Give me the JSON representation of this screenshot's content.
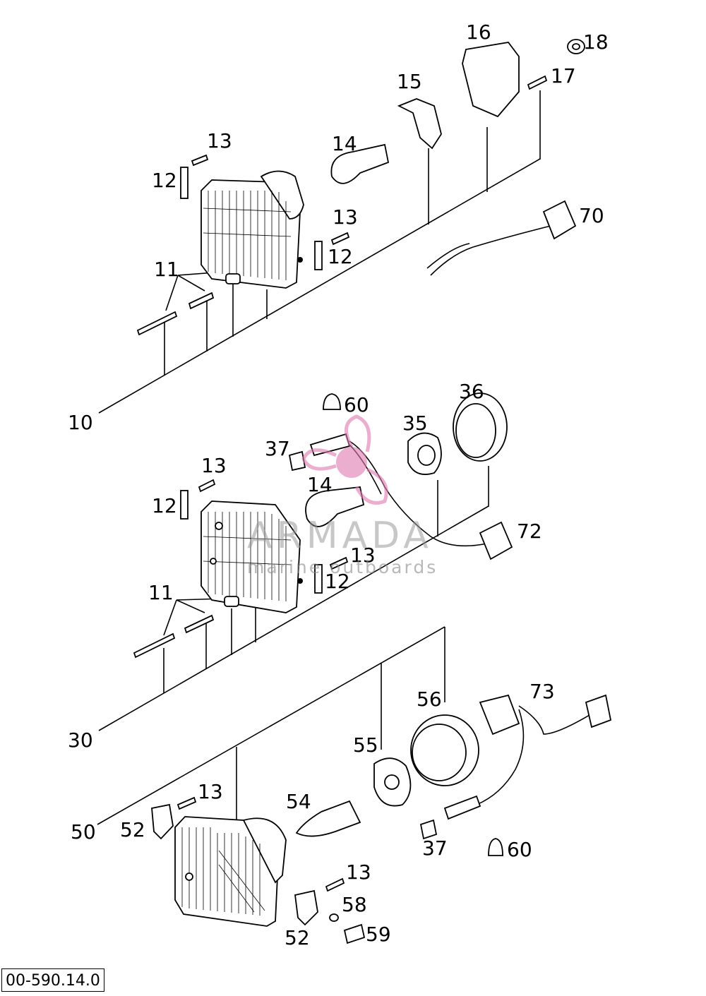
{
  "labels": {
    "l10": "10",
    "l11a": "11",
    "l12a": "12",
    "l13a": "13",
    "l13b": "13",
    "l12b": "12",
    "l14a": "14",
    "l15": "15",
    "l16": "16",
    "l17": "17",
    "l18": "18",
    "l70": "70",
    "l30": "30",
    "l11b": "11",
    "l12c": "12",
    "l13c": "13",
    "l13d": "13",
    "l12d": "12",
    "l14b": "14",
    "l37a": "37",
    "l60a": "60",
    "l35": "35",
    "l36": "36",
    "l72": "72",
    "l50": "50",
    "l52a": "52",
    "l13e": "13",
    "l54": "54",
    "l55": "55",
    "l56": "56",
    "l73": "73",
    "l37b": "37",
    "l60b": "60",
    "l13f": "13",
    "l58": "58",
    "l52b": "52",
    "l59": "59"
  },
  "watermark": {
    "brand": "ARMADA",
    "tagline": "marine outboards",
    "accent": "#e07ab0"
  },
  "doc_id": "00-590.14.0"
}
